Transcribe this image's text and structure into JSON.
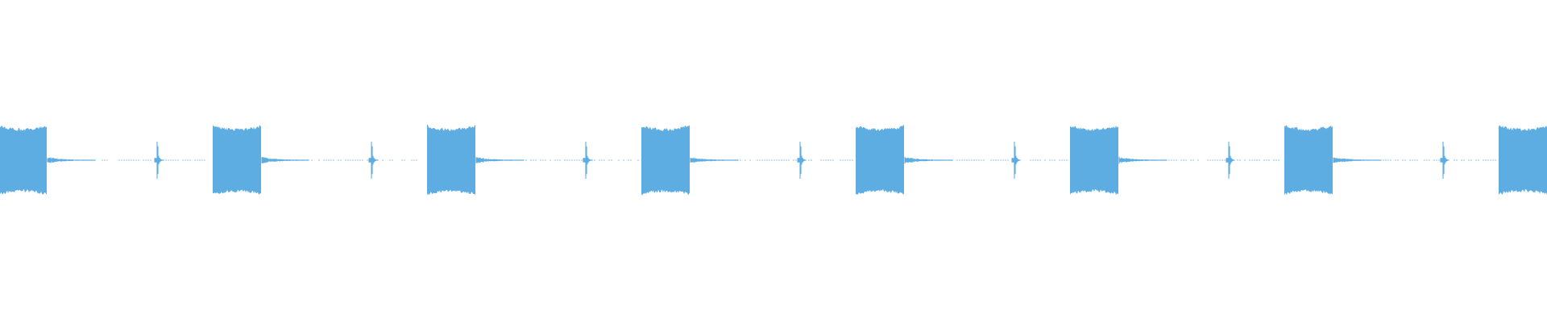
{
  "waveform": {
    "color": "#5dade2",
    "background": "#ffffff",
    "pattern": {
      "cycles": 8,
      "burst_amplitude": 0.92,
      "tick_amplitude": 0.48,
      "tail_amplitude": 0.08,
      "noise_floor": 0.01
    }
  }
}
